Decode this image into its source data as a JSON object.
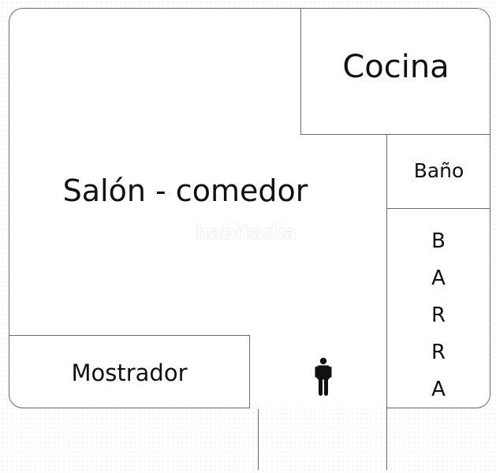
{
  "floor_plan": {
    "rooms": {
      "living_dining": "Salón - comedor",
      "kitchen": "Cocina",
      "bathroom": "Baño",
      "counter": "Mostrador",
      "bar_letters": [
        "B",
        "A",
        "R",
        "R",
        "A"
      ]
    },
    "watermark": "habitadia",
    "person_icon": "person-icon",
    "colors": {
      "walls": "#6b6b6b",
      "text": "#111111",
      "background": "#ffffff"
    }
  }
}
